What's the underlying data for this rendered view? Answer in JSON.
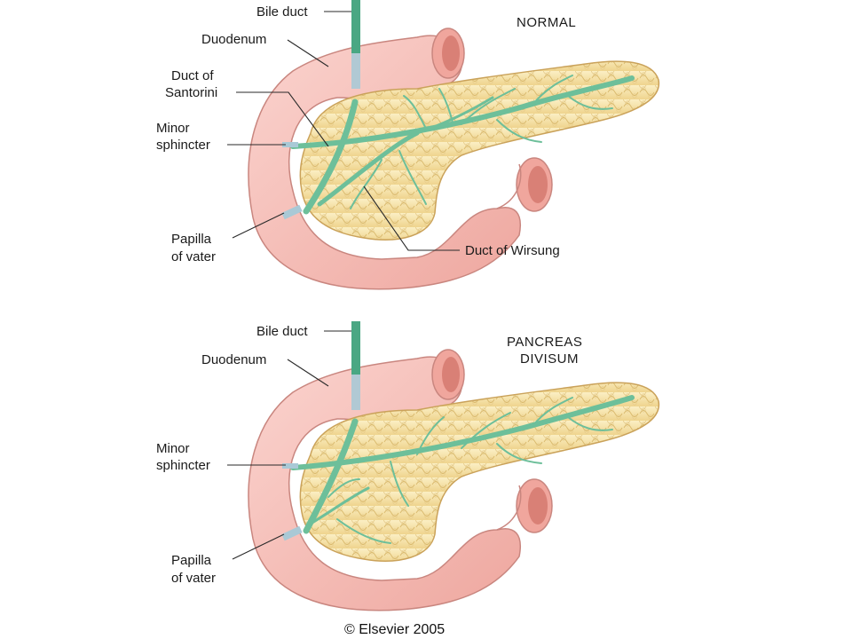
{
  "normal": {
    "title": "NORMAL",
    "labels": {
      "bile_duct": "Bile duct",
      "duodenum": "Duodenum",
      "santorini_1": "Duct of",
      "santorini_2": "Santorini",
      "minor_1": "Minor",
      "minor_2": "sphincter",
      "papilla_1": "Papilla",
      "papilla_2": "of vater",
      "wirsung": "Duct of Wirsung"
    }
  },
  "divisum": {
    "title_1": "PANCREAS",
    "title_2": "DIVISUM",
    "labels": {
      "bile_duct": "Bile duct",
      "duodenum": "Duodenum",
      "minor_1": "Minor",
      "minor_2": "sphincter",
      "papilla_1": "Papilla",
      "papilla_2": "of vater"
    }
  },
  "copyright": "© Elsevier 2005",
  "colors": {
    "duodenum": "#f4b9b2",
    "duodenum_outline": "#c07f7a",
    "pancreas": "#f6e3a6",
    "pancreas_lobule": "#e2c57a",
    "duct": "#6dbf9a",
    "bile_duct": "#4aa783",
    "papilla": "#a9c9d6"
  }
}
